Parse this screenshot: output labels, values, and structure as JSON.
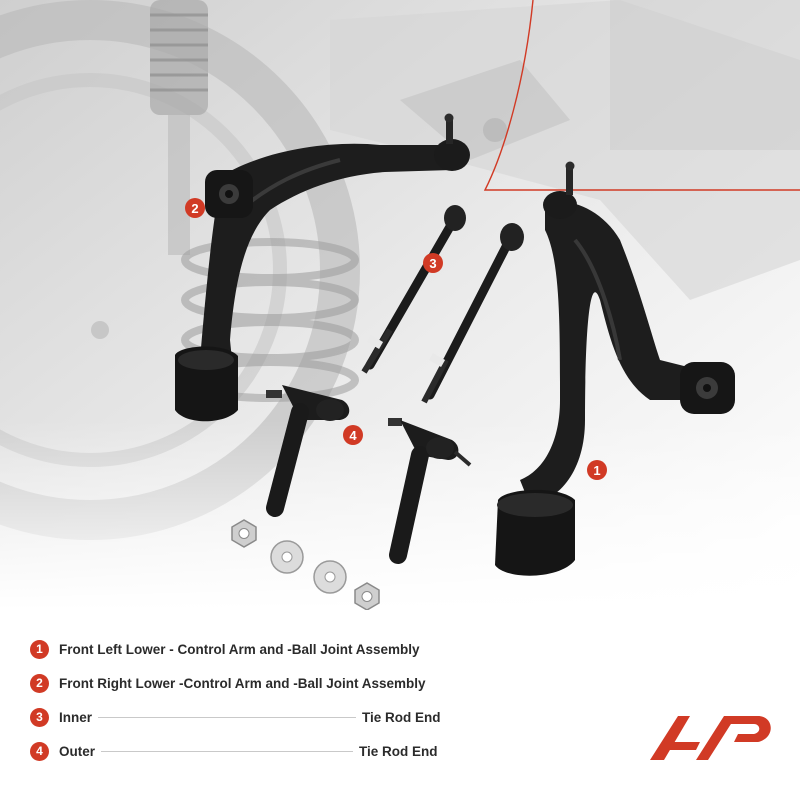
{
  "callouts": [
    {
      "num": "1"
    },
    {
      "num": "2"
    },
    {
      "num": "3"
    },
    {
      "num": "4"
    }
  ],
  "legend": [
    {
      "num": "1",
      "left": "Front Left Lower  -  Control Arm and -Ball Joint Assembly",
      "right": ""
    },
    {
      "num": "2",
      "left": "Front Right Lower -Control Arm and -Ball Joint Assembly",
      "right": ""
    },
    {
      "num": "3",
      "left": "Inner",
      "right": "Tie Rod End"
    },
    {
      "num": "4",
      "left": "Outer",
      "right": "Tie Rod End"
    }
  ],
  "colors": {
    "accent": "#d13a25",
    "part": "#1c1c1c",
    "background_scene": "#e6e6e6",
    "text": "#2b2b2b"
  },
  "logo_icon": "brand-logo-icon"
}
